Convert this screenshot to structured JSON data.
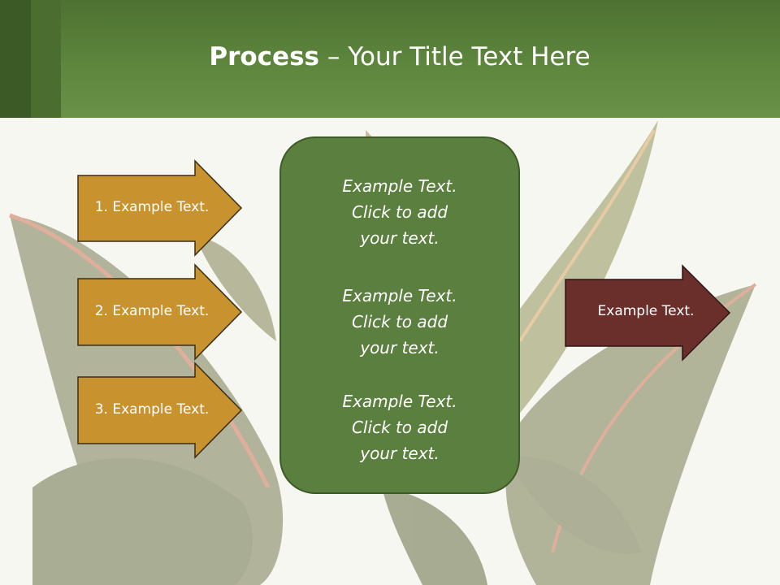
{
  "title": {
    "bold": "Process",
    "rest": " – Your Title Text Here"
  },
  "inputs": [
    {
      "label": "1. Example Text."
    },
    {
      "label": "2. Example Text."
    },
    {
      "label": "3. Example Text."
    }
  ],
  "center_blocks": [
    {
      "line1": "Example Text.",
      "line2": "Click  to add",
      "line3": "your text."
    },
    {
      "line1": "Example Text.",
      "line2": "Click  to add",
      "line3": "your text."
    },
    {
      "line1": "Example Text.",
      "line2": "Click  to add",
      "line3": "your text."
    }
  ],
  "output": {
    "label": "Example Text."
  },
  "colors": {
    "header_green": "#5e863d",
    "input_arrow": "#c8932f",
    "center_box": "#5b7f3e",
    "output_arrow": "#6a2f2b",
    "text": "#ffffff"
  }
}
